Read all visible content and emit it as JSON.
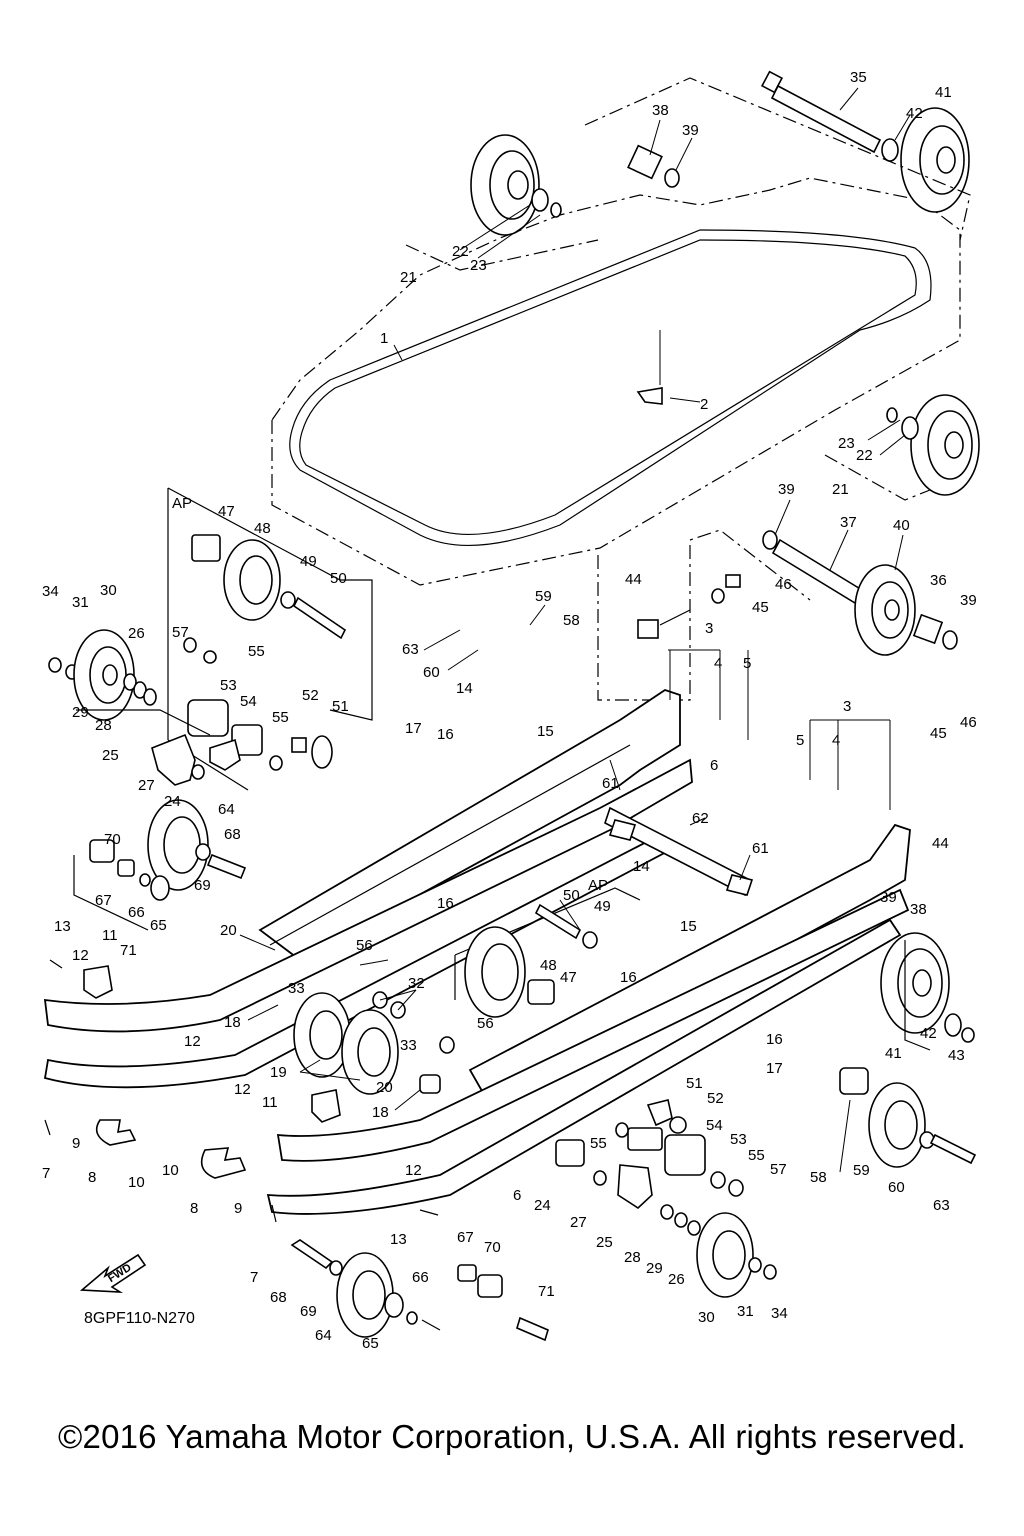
{
  "diagram": {
    "code": "8GPF110-N270",
    "front_marker": "FWD",
    "assembly_marker": "AP",
    "part_callouts": [
      "1",
      "2",
      "3",
      "4",
      "5",
      "6",
      "7",
      "8",
      "9",
      "10",
      "11",
      "12",
      "13",
      "14",
      "15",
      "16",
      "17",
      "18",
      "19",
      "20",
      "21",
      "22",
      "23",
      "24",
      "25",
      "26",
      "27",
      "28",
      "29",
      "30",
      "31",
      "32",
      "33",
      "34",
      "35",
      "36",
      "37",
      "38",
      "39",
      "40",
      "41",
      "42",
      "43",
      "44",
      "45",
      "46",
      "47",
      "48",
      "49",
      "50",
      "51",
      "52",
      "53",
      "54",
      "55",
      "56",
      "57",
      "58",
      "59",
      "60",
      "61",
      "62",
      "63",
      "64",
      "65",
      "66",
      "67",
      "68",
      "69",
      "70",
      "71"
    ]
  },
  "footer": {
    "copyright": "©2016 Yamaha Motor Corporation, U.S.A. All rights reserved."
  }
}
